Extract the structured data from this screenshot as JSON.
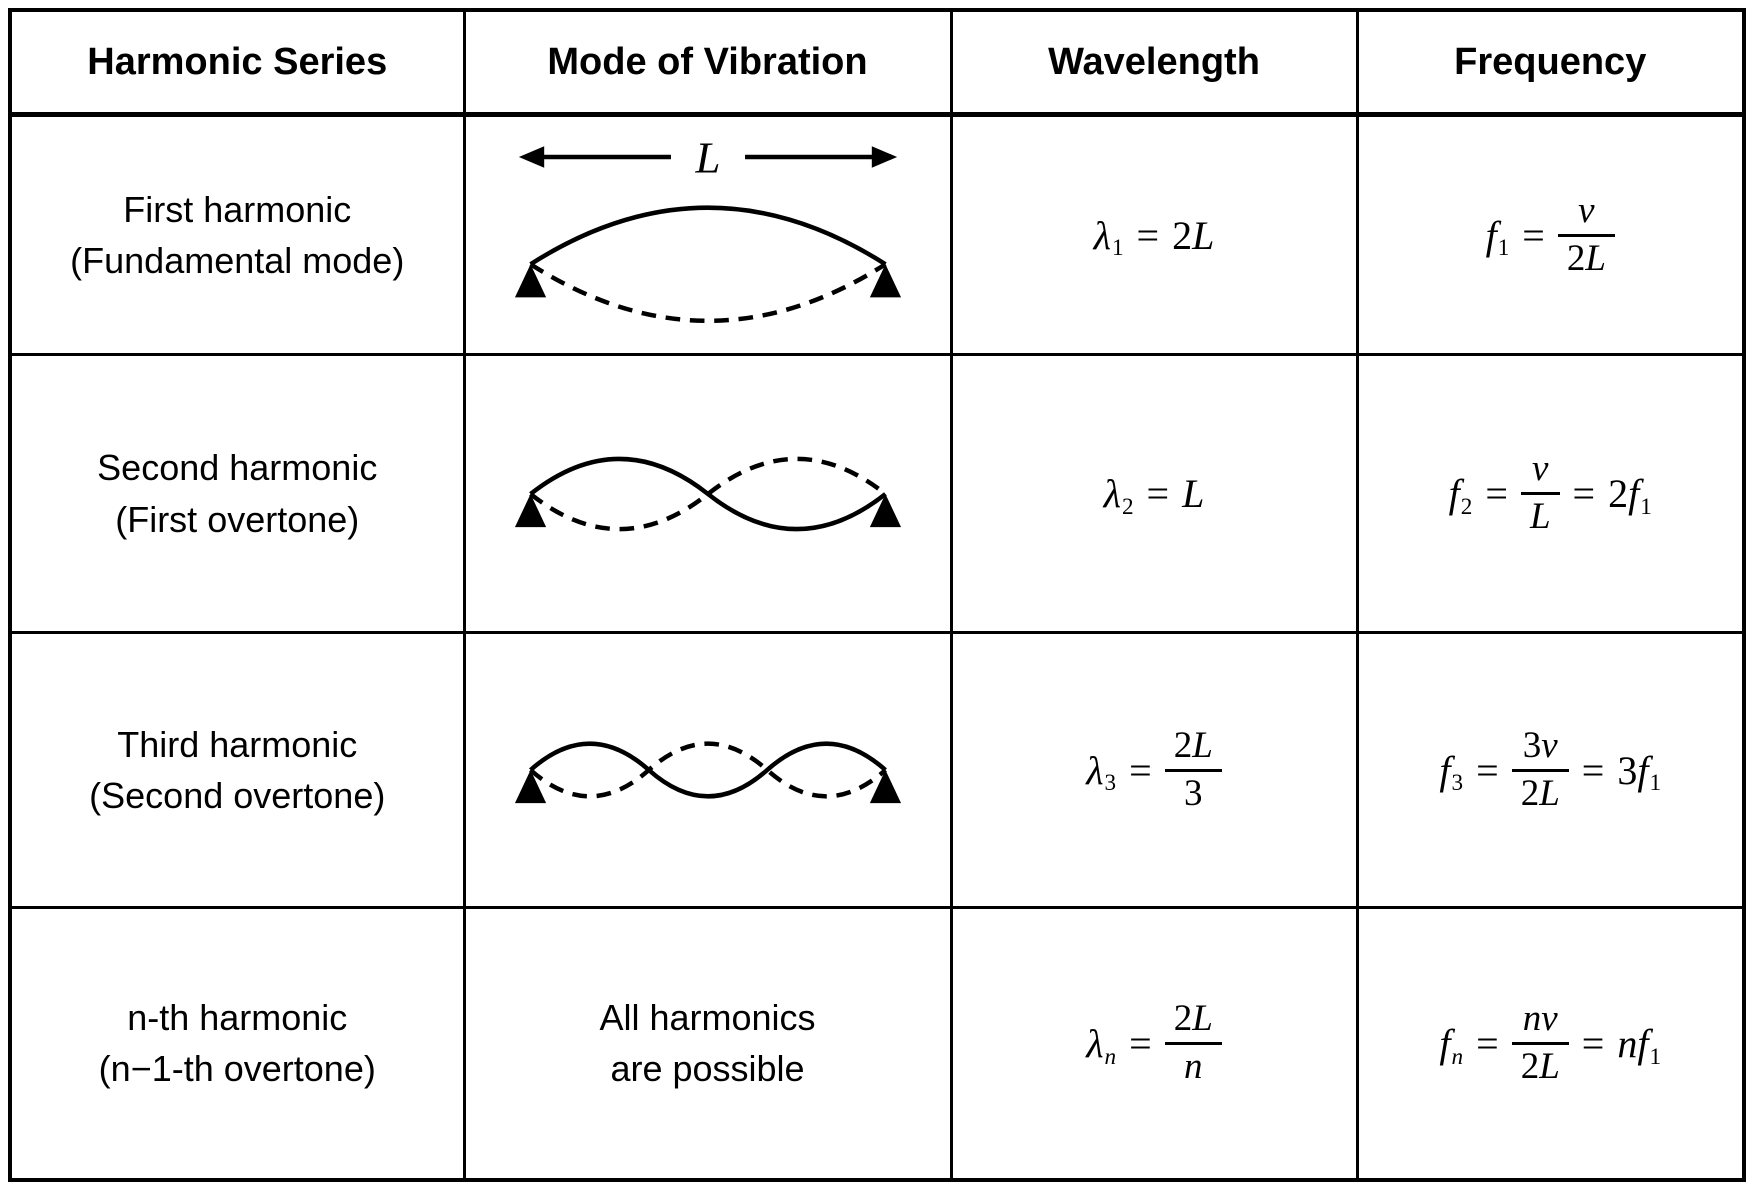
{
  "page": {
    "background": "#ffffff",
    "line_color": "#000000",
    "text_color": "#000000"
  },
  "table": {
    "headers": [
      {
        "label": "Harmonic Series"
      },
      {
        "label": "Mode of Vibration"
      },
      {
        "label": "Wavelength"
      },
      {
        "label": "Frequency"
      }
    ],
    "rows": [
      {
        "harmonic": [
          "First harmonic",
          "(Fundamental mode)"
        ],
        "mode": {
          "type": "diagram",
          "lobes": 1,
          "show_length_arrow": true,
          "length_label": "L"
        },
        "wavelength": [
          {
            "k": "run",
            "t": "λ",
            "s": "1"
          },
          {
            "k": "op",
            "t": "="
          },
          {
            "k": "run",
            "t": "2L"
          }
        ],
        "frequency": [
          {
            "k": "run",
            "t": "f",
            "s": "1"
          },
          {
            "k": "op",
            "t": "="
          },
          {
            "k": "frac",
            "n": "v",
            "d": "2L"
          }
        ]
      },
      {
        "harmonic": [
          "Second harmonic",
          "(First overtone)"
        ],
        "mode": {
          "type": "diagram",
          "lobes": 2,
          "show_length_arrow": false
        },
        "wavelength": [
          {
            "k": "run",
            "t": "λ",
            "s": "2"
          },
          {
            "k": "op",
            "t": "="
          },
          {
            "k": "run",
            "t": "L"
          }
        ],
        "frequency": [
          {
            "k": "run",
            "t": "f",
            "s": "2"
          },
          {
            "k": "op",
            "t": "="
          },
          {
            "k": "frac",
            "n": "v",
            "d": "L"
          },
          {
            "k": "op",
            "t": "="
          },
          {
            "k": "run",
            "t": "2f",
            "s": "1"
          }
        ]
      },
      {
        "harmonic": [
          "Third harmonic",
          "(Second overtone)"
        ],
        "mode": {
          "type": "diagram",
          "lobes": 3,
          "show_length_arrow": false
        },
        "wavelength": [
          {
            "k": "run",
            "t": "λ",
            "s": "3"
          },
          {
            "k": "op",
            "t": "="
          },
          {
            "k": "frac",
            "n": "2L",
            "d": "3"
          }
        ],
        "frequency": [
          {
            "k": "run",
            "t": "f",
            "s": "3"
          },
          {
            "k": "op",
            "t": "="
          },
          {
            "k": "frac",
            "n": "3v",
            "d": "2L"
          },
          {
            "k": "op",
            "t": "="
          },
          {
            "k": "run",
            "t": "3f",
            "s": "1"
          }
        ]
      },
      {
        "harmonic": [
          "n-th harmonic",
          "(n−1-th overtone)"
        ],
        "mode": {
          "type": "text",
          "lines": [
            "All harmonics",
            "are possible"
          ]
        },
        "wavelength": [
          {
            "k": "run",
            "t": "λ",
            "s": "n"
          },
          {
            "k": "op",
            "t": "="
          },
          {
            "k": "frac",
            "n": "2L",
            "d": "n"
          }
        ],
        "frequency": [
          {
            "k": "run",
            "t": "f",
            "s": "n"
          },
          {
            "k": "op",
            "t": "="
          },
          {
            "k": "frac",
            "n": "nv",
            "d": "2L"
          },
          {
            "k": "op",
            "t": "="
          },
          {
            "k": "run",
            "t": "nf",
            "s": "1"
          }
        ]
      }
    ]
  }
}
